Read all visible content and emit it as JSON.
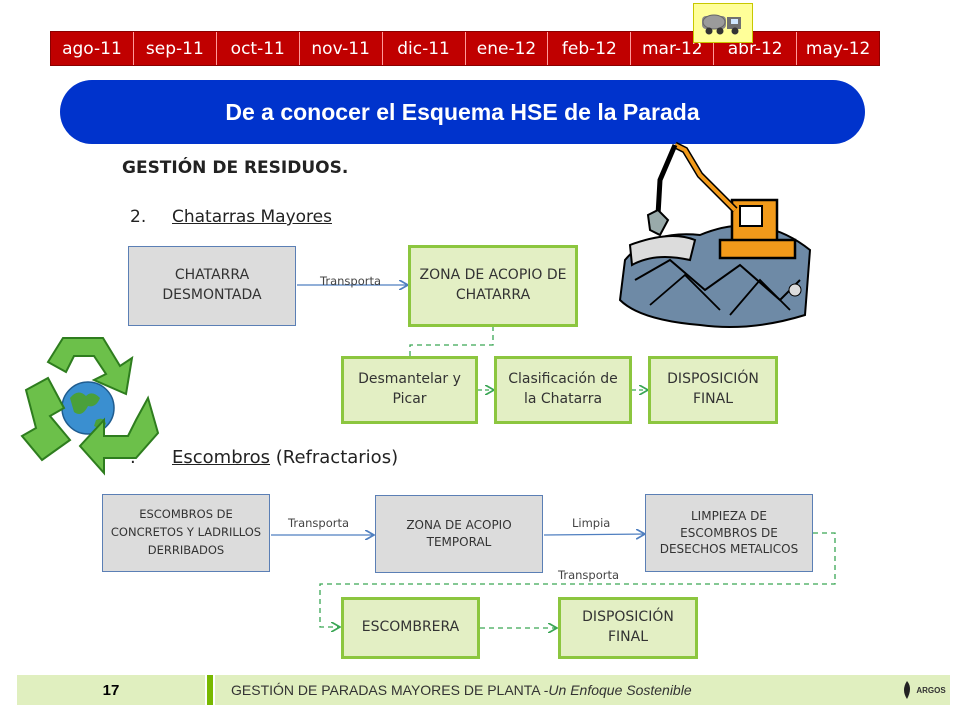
{
  "timeline": {
    "months": [
      "ago-11",
      "sep-11",
      "oct-11",
      "nov-11",
      "dic-11",
      "ene-12",
      "feb-12",
      "mar-12",
      "abr-12",
      "may-12"
    ]
  },
  "title": "De a conocer el Esquema HSE de la Parada",
  "section_heading": "GESTIÓN DE RESIDUOS.",
  "item2": {
    "number": "2.",
    "label": "Chatarras Mayores"
  },
  "item3": {
    "number": ".",
    "label_underlined": "Escombros",
    "label_rest": " (Refractarios)"
  },
  "flow1": {
    "chatarra": "CHATARRA DESMONTADA",
    "transporta": "Transporta",
    "zona": "ZONA DE ACOPIO DE CHATARRA",
    "desmantelar": "Desmantelar y Picar",
    "clasificacion": "Clasificación de la Chatarra",
    "disposicion": "DISPOSICIÓN FINAL"
  },
  "flow2": {
    "escombros": "ESCOMBROS DE CONCRETOS Y LADRILLOS DERRIBADOS",
    "transporta1": "Transporta",
    "zona": "ZONA DE ACOPIO TEMPORAL",
    "limpia": "Limpia",
    "limpieza": "LIMPIEZA DE ESCOMBROS DE DESECHOS METALICOS",
    "transporta2": "Transporta",
    "escombrera": "ESCOMBRERA",
    "disposicion": "DISPOSICIÓN FINAL"
  },
  "footer": {
    "page_number": "17",
    "text_main": "GESTIÓN DE PARADAS MAYORES DE PLANTA - ",
    "text_italic": "Un Enfoque Sostenible",
    "logo": "ARGOS"
  },
  "colors": {
    "timeline": "#c00000",
    "title_bar": "#0033cc",
    "green_box": "#e3efc4",
    "green_border": "#8cc63f",
    "gray_box": "#dcdcdc",
    "footer": "#e0efbf"
  },
  "icons": [
    "truck-icon",
    "recycle-icon",
    "excavator-icon",
    "argos-logo-icon"
  ]
}
